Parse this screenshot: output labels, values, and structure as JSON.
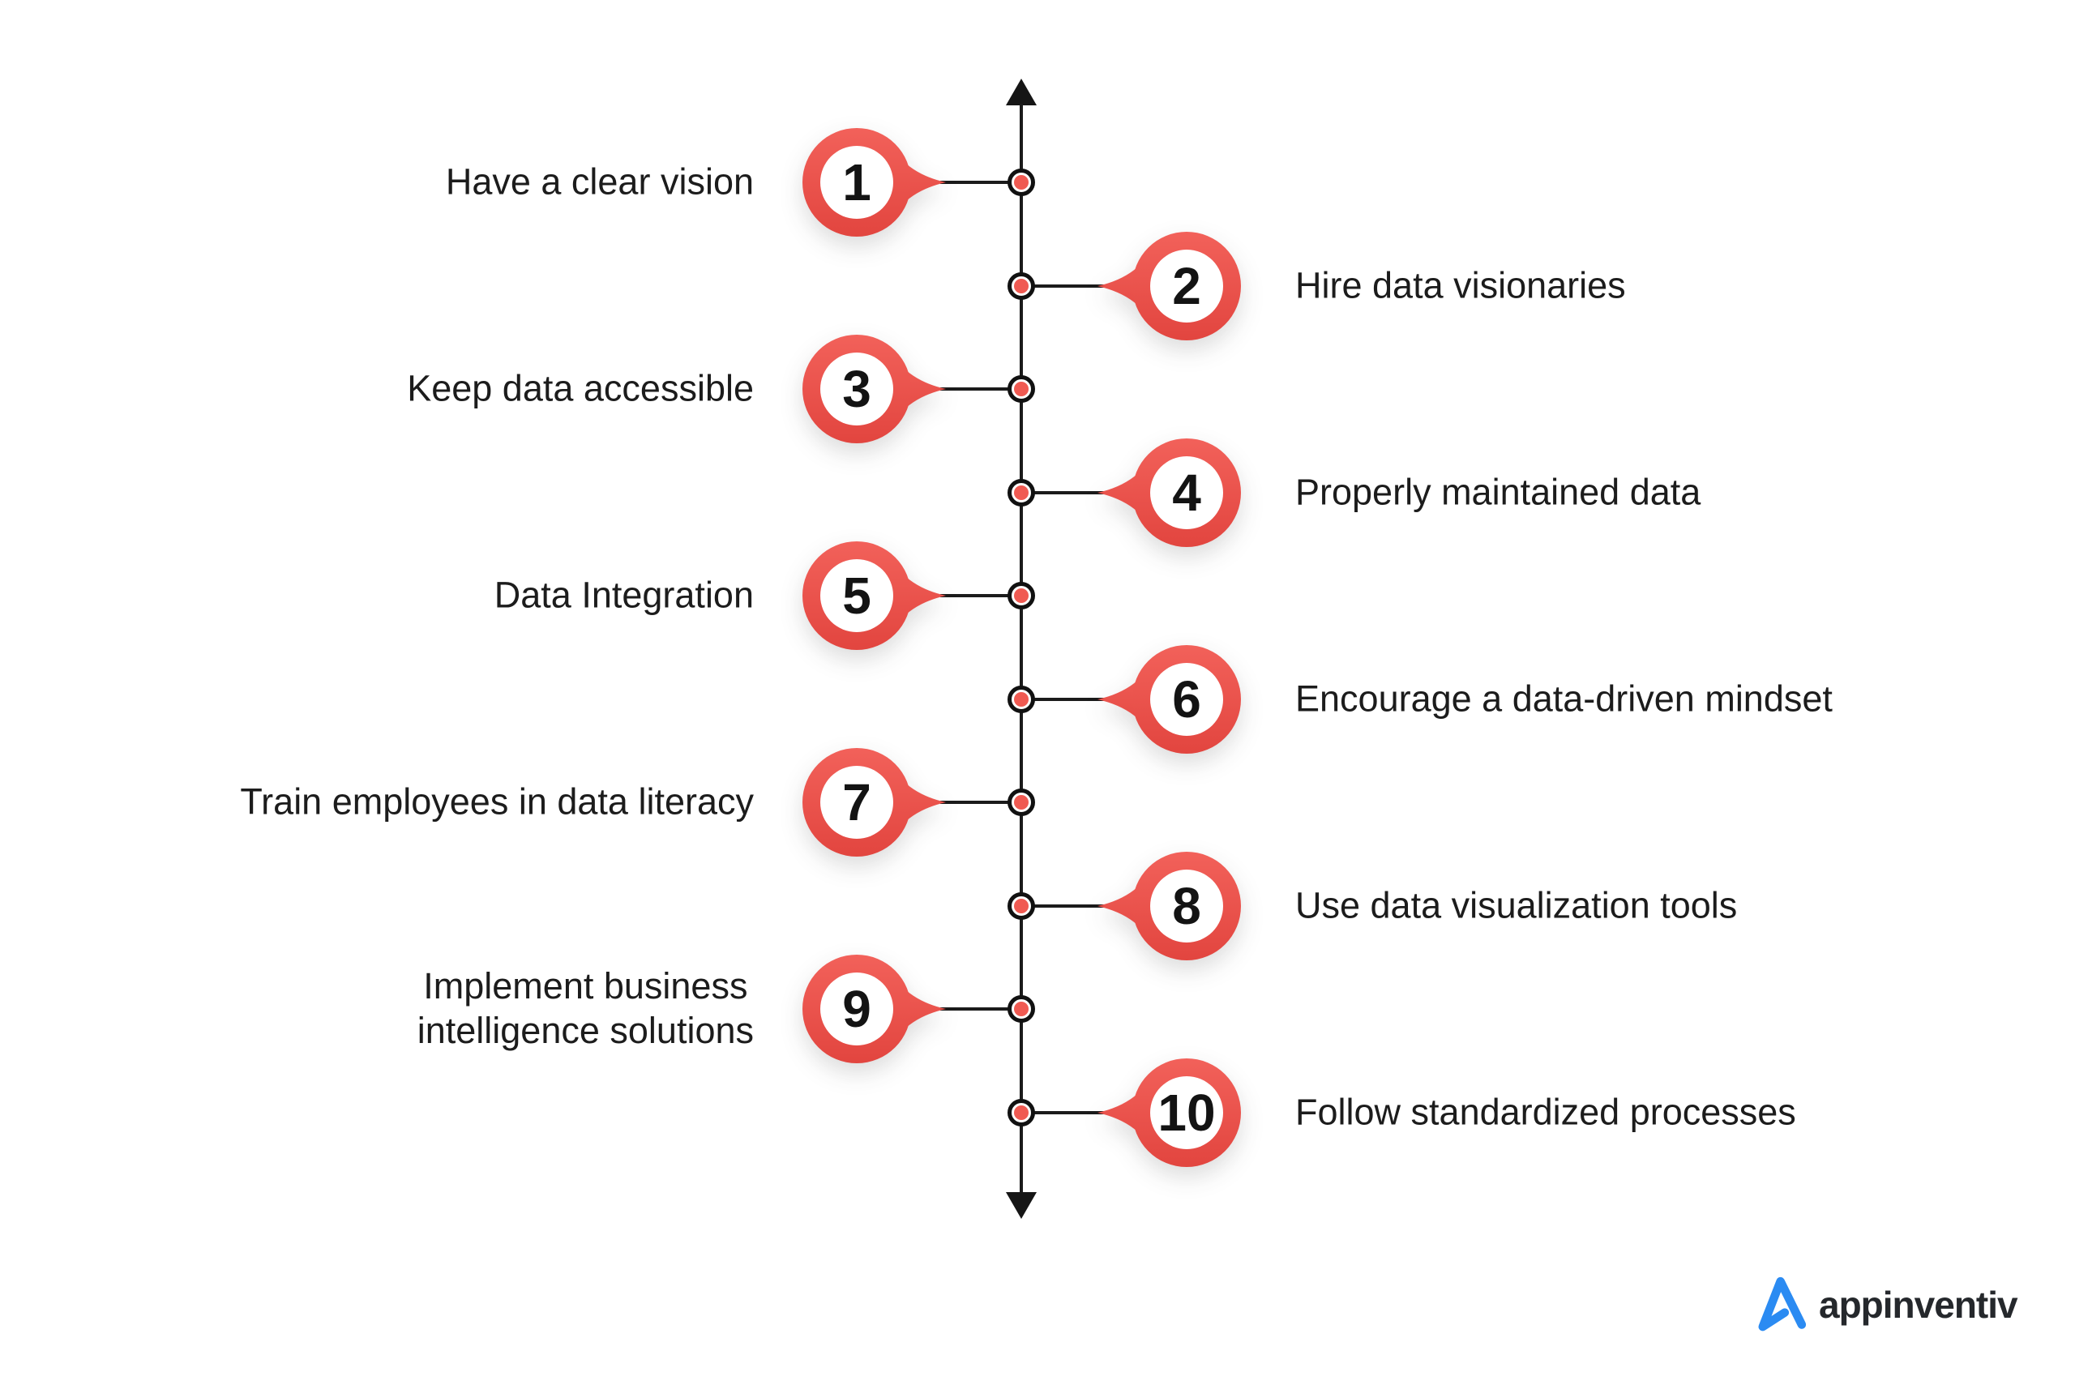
{
  "diagram": {
    "items": [
      {
        "number": "1",
        "label": "Have a clear vision"
      },
      {
        "number": "2",
        "label": "Hire data visionaries"
      },
      {
        "number": "3",
        "label": "Keep data accessible"
      },
      {
        "number": "4",
        "label": "Properly maintained data"
      },
      {
        "number": "5",
        "label": "Data Integration"
      },
      {
        "number": "6",
        "label": "Encourage a data-driven mindset"
      },
      {
        "number": "7",
        "label": "Train employees in data literacy"
      },
      {
        "number": "8",
        "label": "Use data visualization tools"
      },
      {
        "number": "9",
        "label": "Implement business\nintelligence solutions"
      },
      {
        "number": "10",
        "label": "Follow standardized processes"
      }
    ],
    "colors": {
      "marker_red_top": "#f2615a",
      "marker_red_bottom": "#e2453f",
      "node_dot_red": "#f05a52",
      "axis_black": "#1b1b1b",
      "text_black": "#1c1c1c"
    }
  },
  "branding": {
    "logo_text": "appinventiv",
    "logo_blue": "#2b8bf2",
    "logo_text_color": "#25282c"
  }
}
